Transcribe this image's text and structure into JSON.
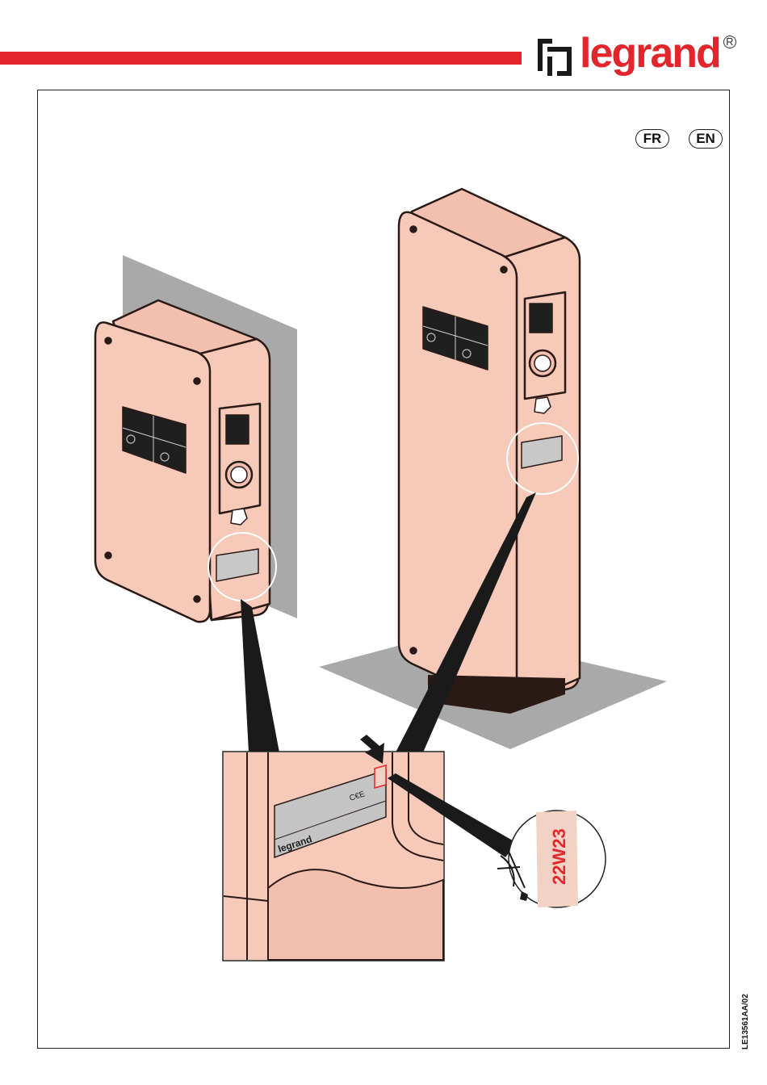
{
  "brand": {
    "name": "legrand",
    "registered_mark": "R",
    "accent_color": "#e3262b"
  },
  "languages": [
    "FR",
    "EN"
  ],
  "illustration": {
    "device_colors": {
      "body": "#f7c9b9",
      "outline": "#2a1a16",
      "shadow": "#a7a7a7"
    },
    "label_brand": "legrand",
    "label_ce": "C€E",
    "date_code": "22W23"
  },
  "document_code": "LE13561AA/02"
}
